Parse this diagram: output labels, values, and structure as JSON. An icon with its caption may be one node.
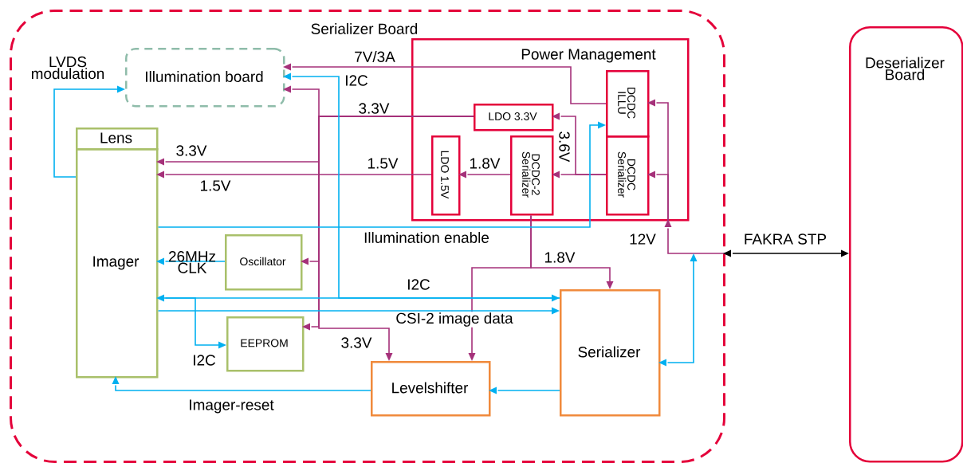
{
  "diagram": {
    "nodes": [
      {
        "text": [
          "Serializer Board"
        ]
      },
      {
        "text": [
          "Deserializer Board"
        ]
      },
      {
        "text": [
          "Illumination board"
        ],
        "in": 0
      },
      {
        "text": [
          "Power Management"
        ],
        "in": 0
      },
      {
        "text": [
          "LDO 3.3V"
        ],
        "in": 3
      },
      {
        "text": [
          "LDO 1.5V"
        ],
        "in": 3
      },
      {
        "text": [
          "DCDC-2 Serializer"
        ],
        "in": 3
      },
      {
        "text": [
          "DCDC ILLU"
        ],
        "in": 3
      },
      {
        "text": [
          "DCDC Serializer"
        ],
        "in": 3
      },
      {
        "text": [
          "Lens"
        ],
        "in": 0
      },
      {
        "text": [
          "Imager"
        ],
        "in": 0
      },
      {
        "text": [
          "Oscillator"
        ],
        "in": 0
      },
      {
        "text": [
          "EEPROM"
        ],
        "in": 0
      },
      {
        "text": [
          "Levelshifter"
        ],
        "in": 0
      },
      {
        "text": [
          "Serializer"
        ],
        "in": 0
      }
    ],
    "edges": [
      {
        "from": 7,
        "to": 2,
        "arrow": "to",
        "label": "7V/3A"
      },
      {
        "from": 4,
        "to": 2,
        "arrow": "to",
        "label": "3.3V"
      },
      {
        "from": 4,
        "to": 10,
        "arrow": "to",
        "label": "3.3V"
      },
      {
        "from": 4,
        "to": 11,
        "arrow": "to"
      },
      {
        "from": 4,
        "to": 12,
        "arrow": "to"
      },
      {
        "from": 4,
        "to": 13,
        "arrow": "to",
        "label": "3.3V"
      },
      {
        "from": 5,
        "to": 10,
        "arrow": "to",
        "label": "1.5V"
      },
      {
        "from": 6,
        "to": 5,
        "arrow": "to",
        "label": "1.8V"
      },
      {
        "from": 8,
        "to": 6,
        "arrow": "to"
      },
      {
        "from": 8,
        "to": 4,
        "arrow": "to",
        "label": "3.6V"
      },
      {
        "from": 6,
        "to": 14,
        "arrow": "to",
        "label": "1.8V"
      },
      {
        "from": 6,
        "to": 13,
        "arrow": "to"
      },
      {
        "from": 0,
        "to": 3,
        "arrow": "to",
        "label": "12V"
      },
      {
        "from": 3,
        "to": 7,
        "arrow": "to"
      },
      {
        "from": 3,
        "to": 8,
        "arrow": "to"
      },
      {
        "from": 0,
        "to": 1,
        "arrow": "both",
        "label": "FAKRA STP",
        "color": "#000000"
      },
      {
        "from": 10,
        "to": 2,
        "arrow": "to",
        "label": "LVDS modulation",
        "color": "#00b0f0"
      },
      {
        "from": 14,
        "to": 2,
        "arrow": "to",
        "label": "I2C",
        "color": "#00b0f0"
      },
      {
        "from": 10,
        "to": 14,
        "arrow": "both",
        "label": "I2C",
        "color": "#00b0f0"
      },
      {
        "from": 10,
        "to": 12,
        "arrow": "to",
        "label": "I2C",
        "color": "#00b0f0"
      },
      {
        "from": 10,
        "to": 14,
        "arrow": "to",
        "label": "CSI-2 image data",
        "color": "#00b0f0"
      },
      {
        "from": 10,
        "to": 7,
        "arrow": "to",
        "label": "Illumination enable",
        "color": "#00b0f0"
      },
      {
        "from": 11,
        "to": 10,
        "arrow": "to",
        "label": "26MHz CLK",
        "color": "#00b0f0"
      },
      {
        "from": 13,
        "to": 10,
        "arrow": "to",
        "label": "Imager-reset",
        "color": "#00b0f0"
      },
      {
        "from": 14,
        "to": 13,
        "arrow": "to",
        "color": "#00b0f0"
      },
      {
        "from": 14,
        "to": null,
        "arrow": "both",
        "color": "#00b0f0"
      }
    ],
    "labels": [
      "1.5V"
    ]
  }
}
